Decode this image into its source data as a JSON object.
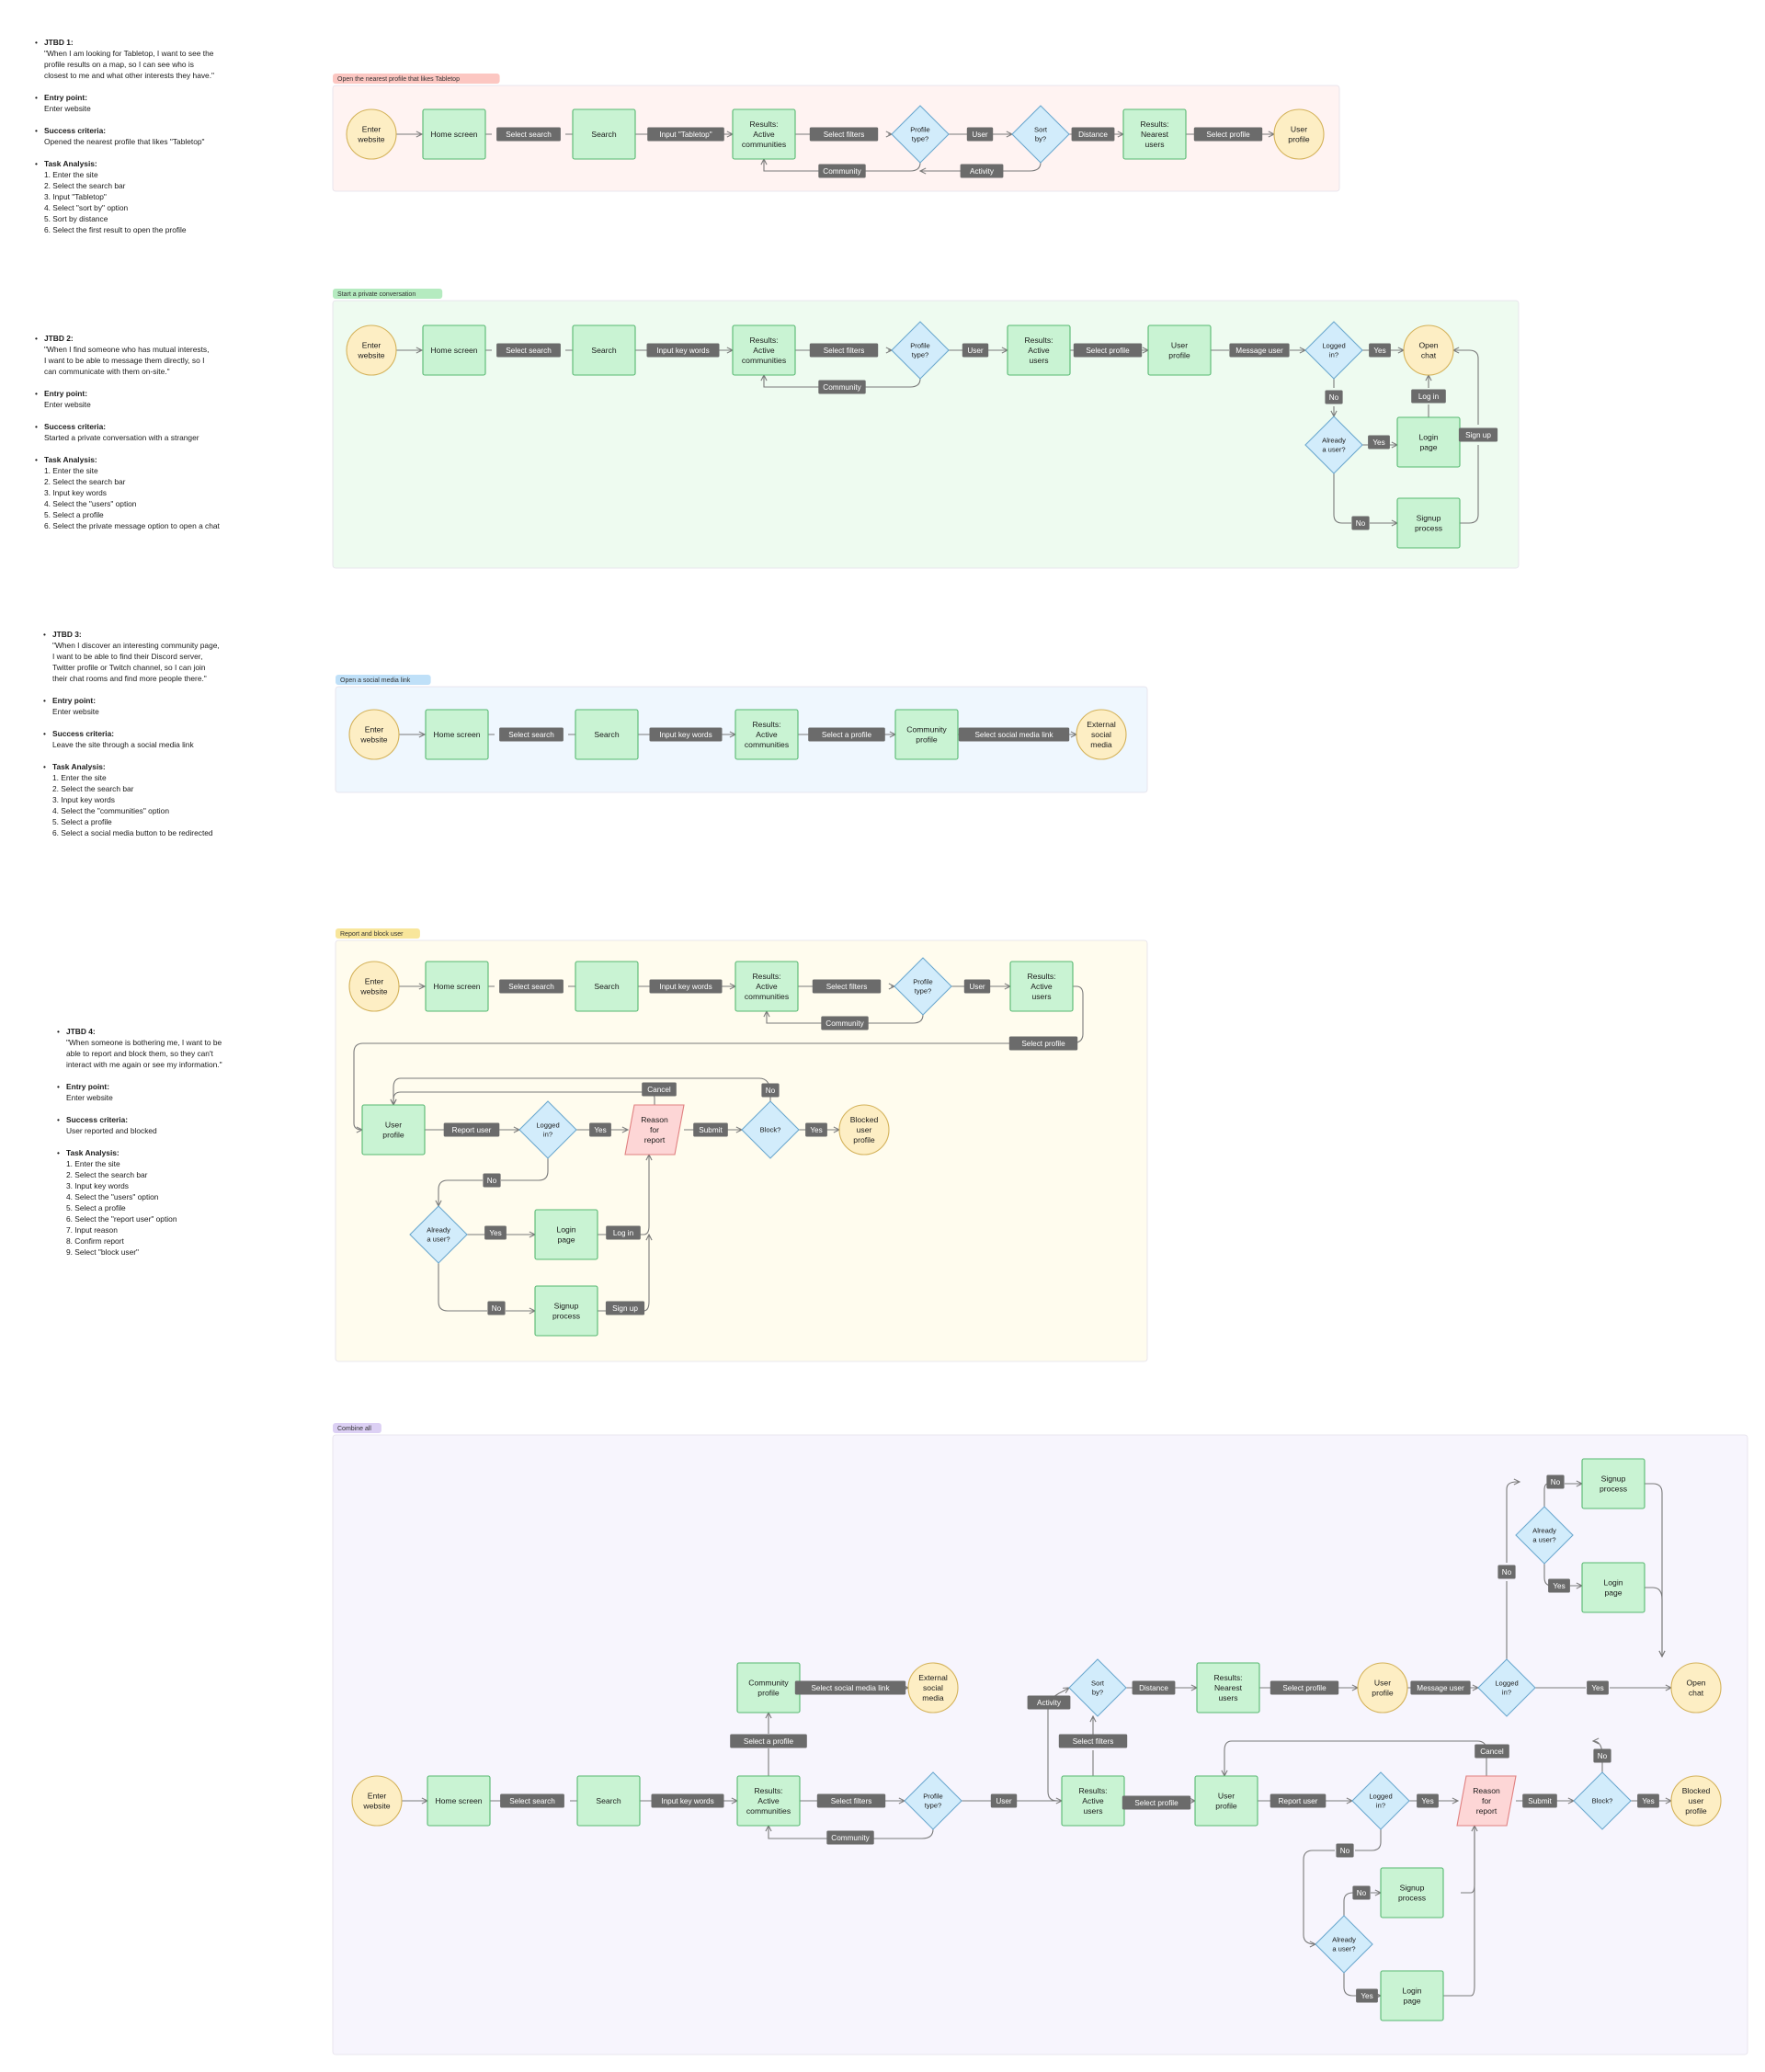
{
  "colors": {
    "terminal": "#fdeec4",
    "terminal_stroke": "#d4b25a",
    "process": "#c9f3d3",
    "process_stroke": "#56b870",
    "decision": "#d2ecfb",
    "decision_stroke": "#6ba8cf",
    "report": "#fdd6d6",
    "report_stroke": "#e08080",
    "edge_label_bg": "#6b6b6b",
    "edge_label_text": "#ffffff",
    "arrow": "#7a7a7a",
    "frame1": "#fff3f2",
    "frame1_tag": "#fcc7c2",
    "frame2": "#eefbf0",
    "frame2_tag": "#b5ebc0",
    "frame3": "#eff7fe",
    "frame3_tag": "#bfe0f8",
    "frame4": "#fffcee",
    "frame4_tag": "#f8e69b",
    "frame5": "#f7f5fd",
    "frame5_tag": "#dcd0f4"
  },
  "notes": [
    {
      "id": "jtbd1",
      "items": [
        {
          "h": "JTBD 1:",
          "t": "\"When I am looking for Tabletop, I want to see the\nprofile results on a map, so I can see who is\nclosest to me and what other interests they have.\""
        },
        {
          "h": "Entry point:",
          "t": "Enter website"
        },
        {
          "h": "Success criteria:",
          "t": "Opened the nearest profile that likes \"Tabletop\""
        },
        {
          "h": "Task Analysis:",
          "t": "1. Enter the site\n2. Select the search bar\n3. Input \"Tabletop\"\n4. Select \"sort by\" option\n5. Sort by distance\n6. Select the first result to open the profile"
        }
      ]
    },
    {
      "id": "jtbd2",
      "items": [
        {
          "h": "JTBD 2:",
          "t": "\"When I find someone who has mutual interests,\nI want to be able to message them directly, so I\ncan communicate with them on-site.\""
        },
        {
          "h": "Entry point:",
          "t": "Enter website"
        },
        {
          "h": "Success criteria:",
          "t": "Started a private conversation with a stranger"
        },
        {
          "h": "Task Analysis:",
          "t": "1. Enter the site\n2. Select the search bar\n3. Input key words\n4. Select the \"users\" option\n5. Select a profile\n6. Select the private message option to open a chat"
        }
      ]
    },
    {
      "id": "jtbd3",
      "items": [
        {
          "h": "JTBD 3:",
          "t": "\"When I discover an interesting community page,\nI want to be able to find their Discord server,\nTwitter profile or Twitch channel, so I can join\ntheir chat rooms and find more people there.\""
        },
        {
          "h": "Entry point:",
          "t": "Enter website"
        },
        {
          "h": "Success criteria:",
          "t": "Leave the site through a social media link"
        },
        {
          "h": "Task Analysis:",
          "t": "1. Enter the site\n2. Select the search bar\n3. Input key words\n4. Select the \"communities\" option\n5. Select a profile\n6. Select a social media button to be redirected"
        }
      ]
    },
    {
      "id": "jtbd4",
      "items": [
        {
          "h": "JTBD 4:",
          "t": "\"When someone is bothering me, I want to be\nable to report and block them, so they can't\ninteract with me again or see my information.\""
        },
        {
          "h": "Entry point:",
          "t": "Enter website"
        },
        {
          "h": "Success criteria:",
          "t": "User reported and blocked"
        },
        {
          "h": "Task Analysis:",
          "t": "1. Enter the site\n2. Select the search bar\n3. Input key words\n4. Select the \"users\" option\n5. Select a profile\n6. Select the \"report user\" option\n7. Input reason\n8. Confirm report\n9. Select \"block user\""
        }
      ]
    }
  ],
  "frames": [
    {
      "id": "f1",
      "title": "Open the nearest profile that likes Tabletop",
      "color": "frame1",
      "tag": "frame1_tag",
      "nodes": [
        {
          "id": "a1",
          "type": "terminal",
          "label": "Enter\nwebsite"
        },
        {
          "id": "a2",
          "type": "process",
          "label": "Home screen"
        },
        {
          "id": "a3",
          "type": "process",
          "label": "Search"
        },
        {
          "id": "a4",
          "type": "process",
          "label": "Results:\nActive\ncommunities"
        },
        {
          "id": "a5",
          "type": "decision",
          "label": "Profile\ntype?"
        },
        {
          "id": "a6",
          "type": "decision",
          "label": "Sort\nby?"
        },
        {
          "id": "a7",
          "type": "process",
          "label": "Results:\nNearest\nusers"
        },
        {
          "id": "a8",
          "type": "terminal",
          "label": "User\nprofile"
        }
      ],
      "edges": [
        "Select search",
        "Input \"Tabletop\"",
        "Select filters",
        "User",
        "Distance",
        "Select profile",
        "Community",
        "Activity"
      ]
    },
    {
      "id": "f2",
      "title": "Start a private conversation",
      "color": "frame2",
      "tag": "frame2_tag",
      "nodes": [
        {
          "id": "b1",
          "type": "terminal",
          "label": "Enter\nwebsite"
        },
        {
          "id": "b2",
          "type": "process",
          "label": "Home screen"
        },
        {
          "id": "b3",
          "type": "process",
          "label": "Search"
        },
        {
          "id": "b4",
          "type": "process",
          "label": "Results:\nActive\ncommunities"
        },
        {
          "id": "b5",
          "type": "decision",
          "label": "Profile\ntype?"
        },
        {
          "id": "b6",
          "type": "process",
          "label": "Results:\nActive\nusers"
        },
        {
          "id": "b7",
          "type": "process",
          "label": "User\nprofile"
        },
        {
          "id": "b8",
          "type": "decision",
          "label": "Logged\nin?"
        },
        {
          "id": "b9",
          "type": "terminal",
          "label": "Open\nchat"
        },
        {
          "id": "b10",
          "type": "decision",
          "label": "Already\na user?"
        },
        {
          "id": "b11",
          "type": "process",
          "label": "Login\npage"
        },
        {
          "id": "b12",
          "type": "process",
          "label": "Signup\nprocess"
        }
      ],
      "edges": [
        "Select search",
        "Input key words",
        "Select filters",
        "User",
        "Select profile",
        "Message user",
        "Yes",
        "No",
        "Log in",
        "Yes",
        "No",
        "Sign up",
        "Community"
      ]
    },
    {
      "id": "f3",
      "title": "Open a social media link",
      "color": "frame3",
      "tag": "frame3_tag",
      "nodes": [
        {
          "id": "c1",
          "type": "terminal",
          "label": "Enter\nwebsite"
        },
        {
          "id": "c2",
          "type": "process",
          "label": "Home screen"
        },
        {
          "id": "c3",
          "type": "process",
          "label": "Search"
        },
        {
          "id": "c4",
          "type": "process",
          "label": "Results:\nActive\ncommunities"
        },
        {
          "id": "c5",
          "type": "process",
          "label": "Community\nprofile"
        },
        {
          "id": "c6",
          "type": "terminal",
          "label": "External\nsocial\nmedia"
        }
      ],
      "edges": [
        "Select search",
        "Input key words",
        "Select a profile",
        "Select social media link"
      ]
    },
    {
      "id": "f4",
      "title": "Report and block user",
      "color": "frame4",
      "tag": "frame4_tag",
      "nodes": [
        {
          "id": "d1",
          "type": "terminal",
          "label": "Enter\nwebsite"
        },
        {
          "id": "d2",
          "type": "process",
          "label": "Home screen"
        },
        {
          "id": "d3",
          "type": "process",
          "label": "Search"
        },
        {
          "id": "d4",
          "type": "process",
          "label": "Results:\nActive\ncommunities"
        },
        {
          "id": "d5",
          "type": "decision",
          "label": "Profile\ntype?"
        },
        {
          "id": "d6",
          "type": "process",
          "label": "Results:\nActive\nusers"
        },
        {
          "id": "d7",
          "type": "process",
          "label": "User\nprofile"
        },
        {
          "id": "d8",
          "type": "decision",
          "label": "Logged\nin?"
        },
        {
          "id": "d9",
          "type": "report",
          "label": "Reason\nfor\nreport"
        },
        {
          "id": "d10",
          "type": "decision",
          "label": "Block?"
        },
        {
          "id": "d11",
          "type": "terminal",
          "label": "Blocked\nuser\nprofile"
        },
        {
          "id": "d12",
          "type": "decision",
          "label": "Already\na user?"
        },
        {
          "id": "d13",
          "type": "process",
          "label": "Login\npage"
        },
        {
          "id": "d14",
          "type": "process",
          "label": "Signup\nprocess"
        }
      ],
      "edges": [
        "Select search",
        "Input key words",
        "Select filters",
        "User",
        "Community",
        "Select profile",
        "Report user",
        "Yes",
        "Submit",
        "Yes",
        "Cancel",
        "No",
        "No",
        "Yes",
        "Log in",
        "No",
        "Sign up"
      ]
    },
    {
      "id": "f5",
      "title": "Combine all",
      "color": "frame5",
      "tag": "frame5_tag",
      "nodes": [
        {
          "id": "e1",
          "type": "terminal",
          "label": "Enter\nwebsite"
        },
        {
          "id": "e2",
          "type": "process",
          "label": "Home screen"
        },
        {
          "id": "e3",
          "type": "process",
          "label": "Search"
        },
        {
          "id": "e4",
          "type": "process",
          "label": "Results:\nActive\ncommunities"
        },
        {
          "id": "e5",
          "type": "decision",
          "label": "Profile\ntype?"
        },
        {
          "id": "e6",
          "type": "process",
          "label": "Community\nprofile"
        },
        {
          "id": "e7",
          "type": "terminal",
          "label": "External\nsocial\nmedia"
        },
        {
          "id": "e8",
          "type": "process",
          "label": "Results:\nActive\nusers"
        },
        {
          "id": "e9",
          "type": "decision",
          "label": "Sort\nby?"
        },
        {
          "id": "e10",
          "type": "process",
          "label": "Results:\nNearest\nusers"
        },
        {
          "id": "e11",
          "type": "terminal",
          "label": "User\nprofile"
        },
        {
          "id": "e12",
          "type": "decision",
          "label": "Logged\nin?"
        },
        {
          "id": "e13",
          "type": "terminal",
          "label": "Open\nchat"
        },
        {
          "id": "e14",
          "type": "decision",
          "label": "Already\na user?"
        },
        {
          "id": "e15",
          "type": "process",
          "label": "Signup\nprocess"
        },
        {
          "id": "e16",
          "type": "process",
          "label": "Login\npage"
        },
        {
          "id": "e17",
          "type": "process",
          "label": "User\nprofile"
        },
        {
          "id": "e18",
          "type": "decision",
          "label": "Logged\nin?"
        },
        {
          "id": "e19",
          "type": "report",
          "label": "Reason\nfor\nreport"
        },
        {
          "id": "e20",
          "type": "decision",
          "label": "Block?"
        },
        {
          "id": "e21",
          "type": "terminal",
          "label": "Blocked\nuser\nprofile"
        },
        {
          "id": "e22",
          "type": "decision",
          "label": "Already\na user?"
        },
        {
          "id": "e23",
          "type": "process",
          "label": "Signup\nprocess"
        },
        {
          "id": "e24",
          "type": "process",
          "label": "Login\npage"
        }
      ],
      "edges": [
        "Select search",
        "Input key words",
        "Select filters",
        "Community",
        "User",
        "Select a profile",
        "Select social media link",
        "Select profile",
        "Report user",
        "Yes",
        "Submit",
        "Yes",
        "Cancel",
        "No",
        "No",
        "No",
        "Yes",
        "Select filters",
        "Activity",
        "Distance",
        "Select profile",
        "Message user",
        "Yes",
        "No",
        "No",
        "Yes"
      ]
    }
  ]
}
